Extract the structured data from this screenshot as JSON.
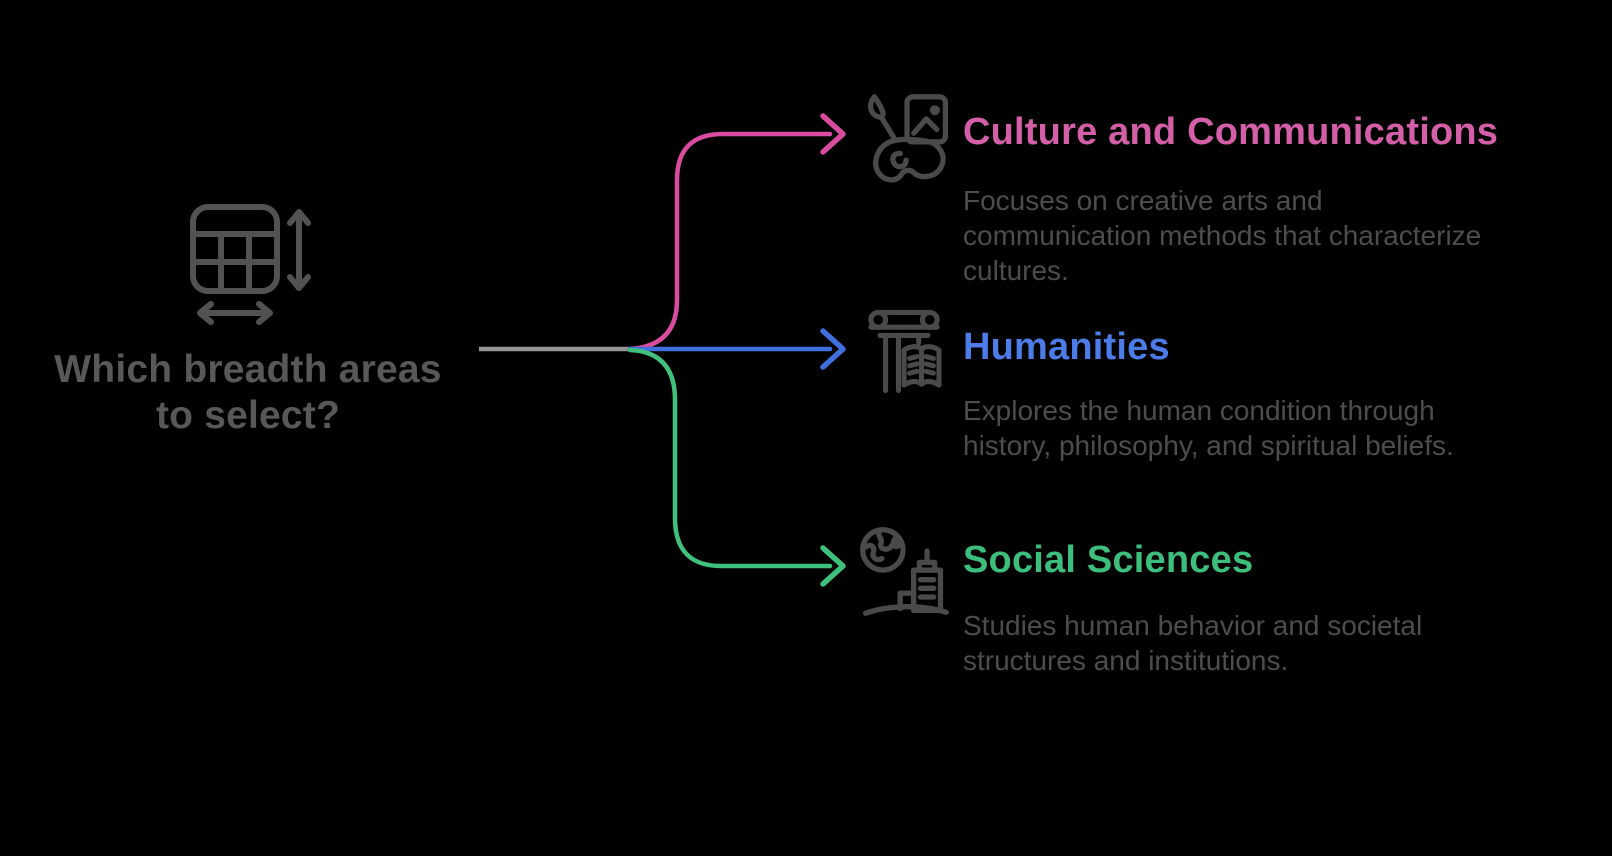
{
  "colors": {
    "background": "#000000",
    "stem_gray": "#969696",
    "icon_gray": "#4A4A4C",
    "center_icon_gray": "#525254",
    "center_title_gray": "#58585A",
    "description_gray": "#4D4D4F"
  },
  "center_node": {
    "icon": "table-resize-icon",
    "title_lines": [
      "Which breadth areas",
      "to select?"
    ]
  },
  "branches": [
    {
      "title": "Culture and Communications",
      "icon": "art-palette-icon",
      "title_color": "#D45FA8",
      "line_color": "#DA4C9F",
      "description_lines": [
        "Focuses on creative arts and",
        "communication methods that characterize",
        "cultures."
      ]
    },
    {
      "title": "Humanities",
      "icon": "column-book-icon",
      "title_color": "#4B7CE8",
      "line_color": "#3F70DC",
      "description_lines": [
        "Explores the human condition through",
        "history, philosophy, and spiritual beliefs."
      ]
    },
    {
      "title": "Social Sciences",
      "icon": "globe-building-icon",
      "title_color": "#3CBE7D",
      "line_color": "#3FC17D",
      "description_lines": [
        "Studies human behavior and societal",
        "structures and institutions."
      ]
    }
  ]
}
